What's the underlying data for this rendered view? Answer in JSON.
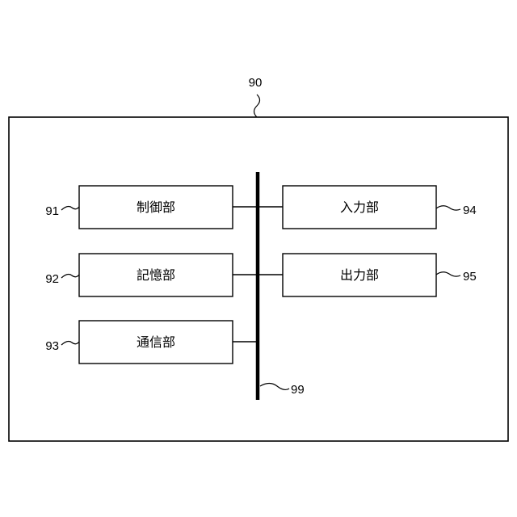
{
  "device": {
    "ref": "90"
  },
  "bus": {
    "ref": "99"
  },
  "blocks": [
    {
      "ref": "91",
      "label": "制御部"
    },
    {
      "ref": "92",
      "label": "記憶部"
    },
    {
      "ref": "93",
      "label": "通信部"
    },
    {
      "ref": "94",
      "label": "入力部"
    },
    {
      "ref": "95",
      "label": "出力部"
    }
  ]
}
